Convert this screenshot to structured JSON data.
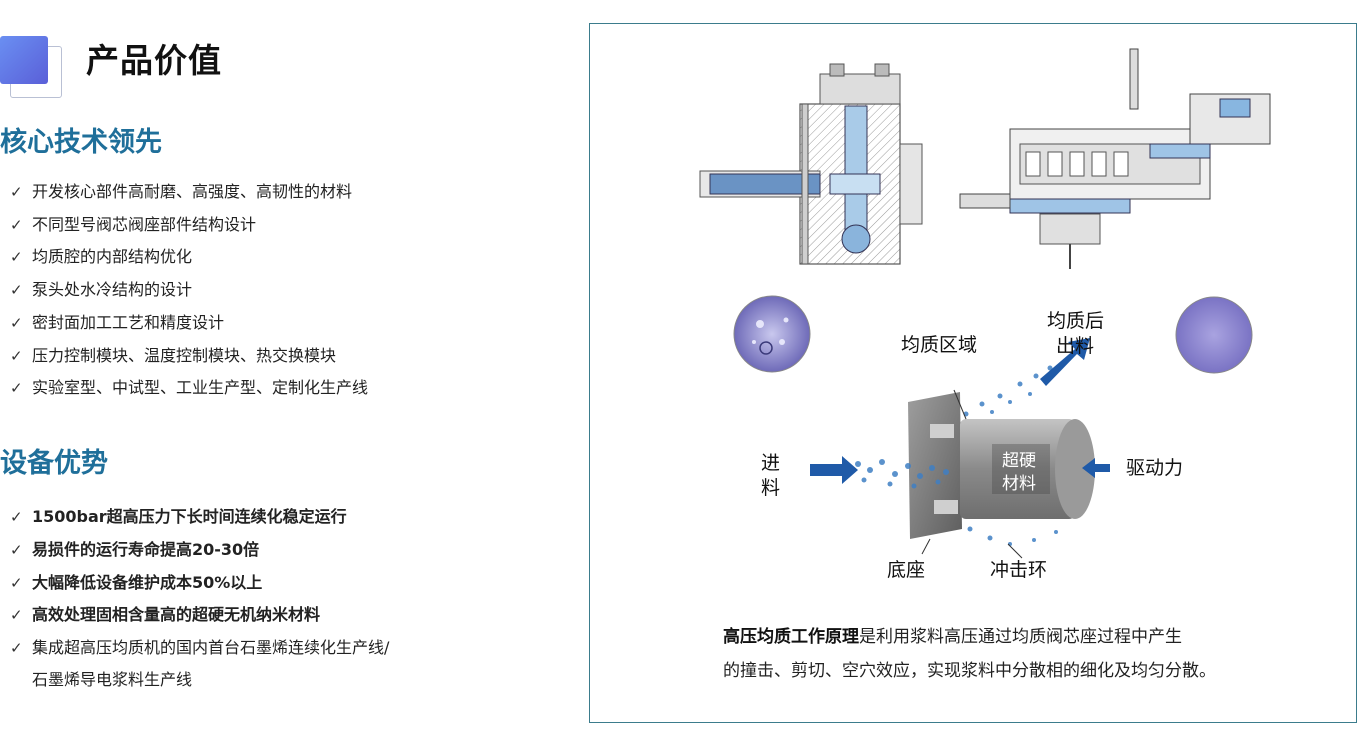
{
  "page_title": "产品价值",
  "section1": {
    "heading": "核心技术领先",
    "items": [
      "开发核心部件高耐磨、高强度、高韧性的材料",
      "不同型号阀芯阀座部件结构设计",
      "均质腔的内部结构优化",
      "泵头处水冷结构的设计",
      "密封面加工工艺和精度设计",
      "压力控制模块、温度控制模块、热交换模块",
      "实验室型、中试型、工业生产型、定制化生产线"
    ]
  },
  "section2": {
    "heading": "设备优势",
    "items": [
      "1500bar超高压力下长时间连续化稳定运行",
      "易损件的运行寿命提高20-30倍",
      "大幅降低设备维护成本50%以上",
      "高效处理固相含量高的超硬无机纳米材料"
    ],
    "last_item_line1": "集成超高压均质机的国内首台石墨烯连续化生产线/",
    "last_item_line2": "石墨烯导电浆料生产线"
  },
  "check_mark": "✓",
  "diagram": {
    "label_homog_zone": "均质区域",
    "label_outlet_1": "均质后",
    "label_outlet_2": "出料",
    "label_inlet_1": "进",
    "label_inlet_2": "料",
    "label_material_1": "超硬",
    "label_material_2": "材料",
    "label_drive": "驱动力",
    "label_base": "底座",
    "label_ring": "冲击环"
  },
  "caption": {
    "bold": "高压均质工作原理",
    "text_line1": "是利用浆料高压通过均质阀芯座过程中产生",
    "text_line2": "的撞击、剪切、空穴效应，实现浆料中分散相的细化及均匀分散。"
  },
  "colors": {
    "section_heading": "#1f6f9a",
    "panel_border": "#3b7c8c",
    "arrow_blue": "#1f5aa8"
  }
}
